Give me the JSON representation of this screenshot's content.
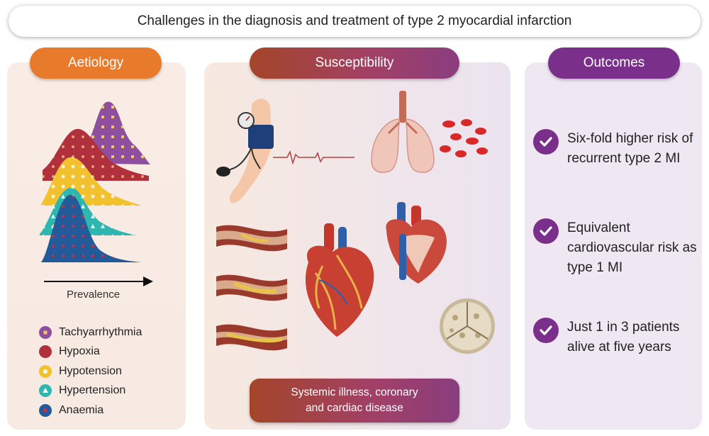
{
  "title": "Challenges in the diagnosis and treatment of type 2 myocardial infarction",
  "sections": {
    "aetiology": {
      "label": "Aetiology",
      "axis_label": "Prevalence",
      "legend": [
        {
          "label": "Tachyarrhythmia",
          "color": "#8d4f9e"
        },
        {
          "label": "Hypoxia",
          "color": "#b0303c"
        },
        {
          "label": "Hypotension",
          "color": "#f2c12e"
        },
        {
          "label": "Hypertension",
          "color": "#2fb6b0"
        },
        {
          "label": "Anaemia",
          "color": "#235a9a"
        }
      ]
    },
    "susceptibility": {
      "label": "Susceptibility",
      "caption_line1": "Systemic illness, coronary",
      "caption_line2": "and cardiac disease"
    },
    "outcomes": {
      "label": "Outcomes",
      "items": [
        {
          "text": "Six-fold higher risk of recurrent type 2 MI"
        },
        {
          "text": "Equivalent cardiovascular risk as type 1 MI"
        },
        {
          "text": "Just 1 in 3 patients alive at five years"
        }
      ]
    }
  },
  "colors": {
    "aetiology_accent": "#e87a2c",
    "susceptibility_accent": "#a14068",
    "outcomes_accent": "#7a2f8a"
  }
}
